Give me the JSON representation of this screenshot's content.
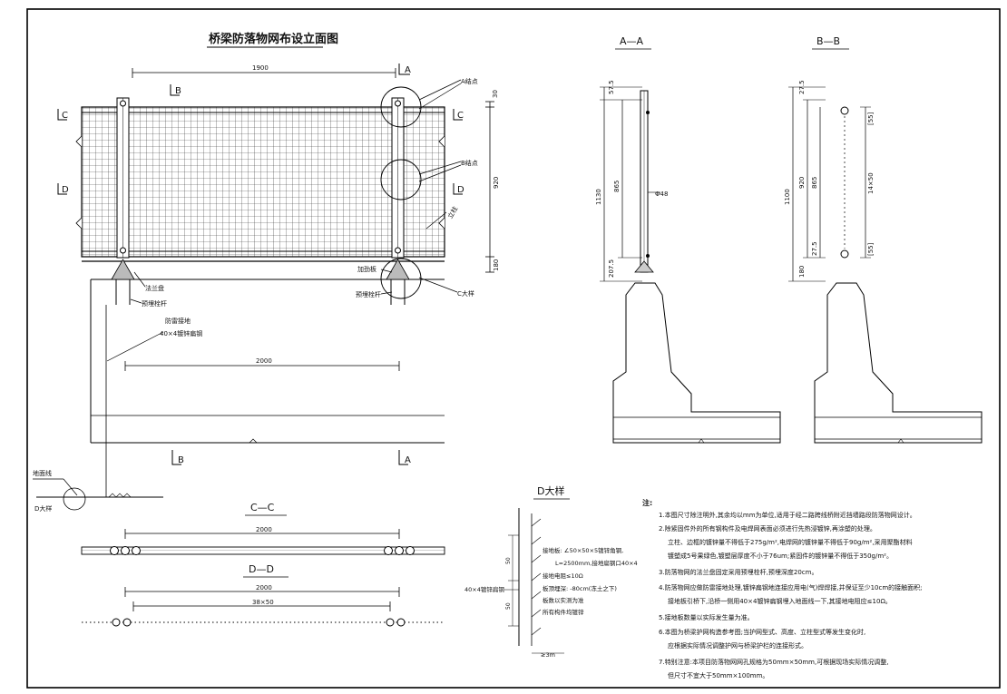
{
  "titles": {
    "main": "桥梁防落物网布设立面图",
    "aa": "A—A",
    "bb": "B—B",
    "cc": "C—C",
    "dd": "D—D",
    "d_detail": "D大样"
  },
  "elevation": {
    "dim_top": "1900",
    "dim_bottom": "2000",
    "dim_30": "30",
    "dim_920": "920",
    "dim_180": "180",
    "sec_A": "A",
    "sec_B": "B",
    "sec_C": "C",
    "sec_D": "D",
    "lbl_A_node": "A结点",
    "lbl_B_node": "B结点",
    "lbl_pole": "立柱",
    "lbl_flange": "法兰盘",
    "lbl_anchor": "预埋栓杆",
    "lbl_anchor2": "预埋栓杆",
    "lbl_plate": "加劲板",
    "lbl_C_detail": "C大样",
    "lbl_ground1": "防雷接地",
    "lbl_ground2": "40×4镀锌扁钢",
    "lbl_ground_line": "地面线",
    "lbl_D_detail": "D大样"
  },
  "section_aa": {
    "d1": "57.5",
    "d2": "1130",
    "d3": "865",
    "d4": "207.5",
    "phi": "Φ48"
  },
  "section_bb": {
    "d1": "27.5",
    "d2": "1100",
    "d3": "920",
    "d4": "865",
    "d5": "27.5",
    "d6": "180",
    "d7": "[55]",
    "d8": "14×50",
    "d9": "[55]"
  },
  "section_cc": {
    "dim": "2000"
  },
  "section_dd": {
    "dim1": "2000",
    "dim2": "38×50"
  },
  "d_detail": {
    "l1": "接地板: ∠50×50×5镀锌角钢,",
    "l2": "L=2500mm,接地扁钢口40×4",
    "l3": "接地电阻≤10Ω",
    "l4": "板顶埋深: -80cm(冻土之下)",
    "l5": "板数以实测为准",
    "l6": "所有构件均镀锌",
    "left_label": "40×4镀锌扁钢",
    "d_a": "50",
    "d_b": "50",
    "d_c": "≥3m"
  },
  "notes": {
    "head": "注:",
    "n1": "1.本图尺寸除注明外,其余均以mm为单位,适用于经二路跨线桥附近挡墙路段防落物网设计。",
    "n2": "2.除紧固件外的所有钢构件及电焊网表面必须进行先热浸镀锌,再涂塑的处理。",
    "n2a": "立柱、边框的镀锌量不得低于275g/m²,电焊网的镀锌量不得低于90g/m²,采用聚酯材料",
    "n2b": "镀塑成5号果绿色,镀塑层厚度不小于76um;紧固件的镀锌量不得低于350g/m²。",
    "n3": "3.防落物网的法兰盘固定采用预埋栓杆,预埋深度20cm。",
    "n4": "4.防落物网应做防雷接地处理,镀锌扁钢地连接应用电(气)焊焊接,并保证至少10cm的接触面积;",
    "n4a": "接地板引桥下,沿桥一侧用40×4镀锌扁钢埋入地面线一下,其接地电阻应≤10Ω。",
    "n5": "5.接地板数量以实际发生量为准。",
    "n6": "6.本图为桥梁护网构造参考图;当护网型式、高度、立柱型式等发生变化时,",
    "n6a": "应根据实际情况调整护网与桥梁护栏的连接形式。",
    "n7": "7.特别注意:本项目防落物网网孔规格为50mm×50mm,可根据现场实际情况调整,",
    "n7a": "但尺寸不宜大于50mm×100mm。"
  }
}
